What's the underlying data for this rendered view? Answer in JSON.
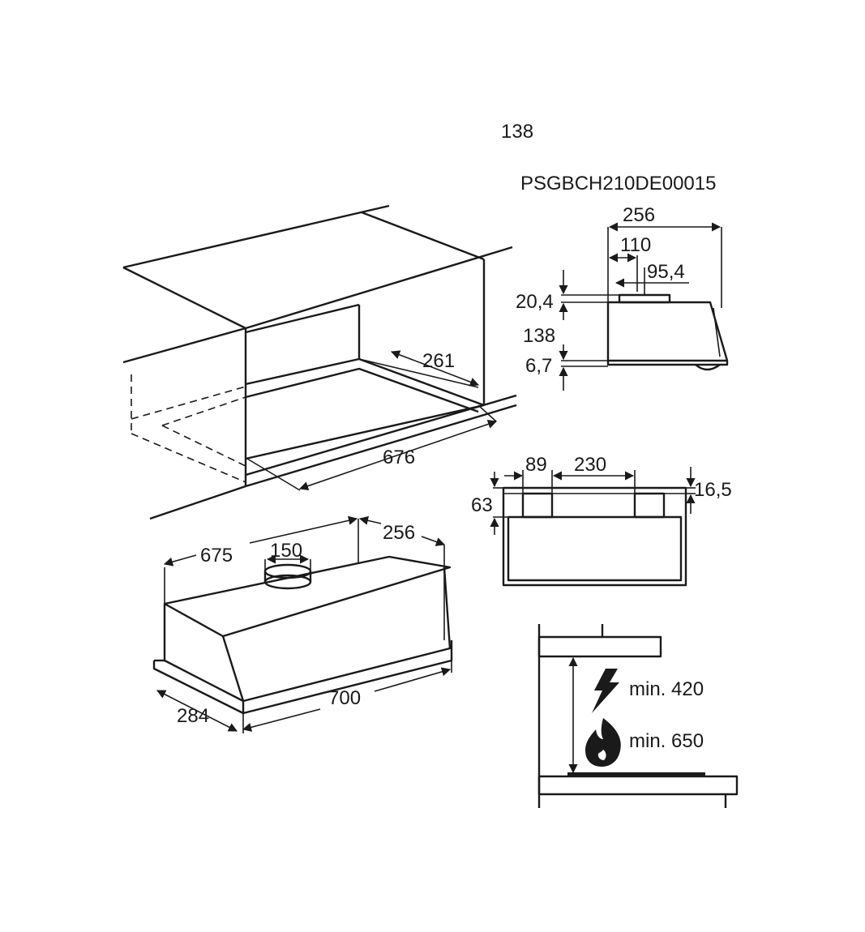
{
  "header": {
    "number": "138",
    "code": "PSGBCH210DE00015"
  },
  "cabinet": {
    "depth_label": "261",
    "width_label": "676"
  },
  "hood": {
    "depth_label": "675",
    "duct_label": "150",
    "side_label": "256",
    "front_label": "284",
    "width_label": "700"
  },
  "side_view": {
    "width_label": "256",
    "offset_label": "110",
    "outlet_label": "95,4",
    "top_label": "20,4",
    "height_label": "138",
    "bottom_label": "6,7"
  },
  "front_view": {
    "left_label": "89",
    "gap_label": "230",
    "right_label": "16,5",
    "height_label": "63"
  },
  "clearance": {
    "electric_label": "min. 420",
    "gas_label": "min. 650"
  },
  "icons": {
    "electric": "lightning-bolt-icon",
    "gas": "flame-icon"
  }
}
